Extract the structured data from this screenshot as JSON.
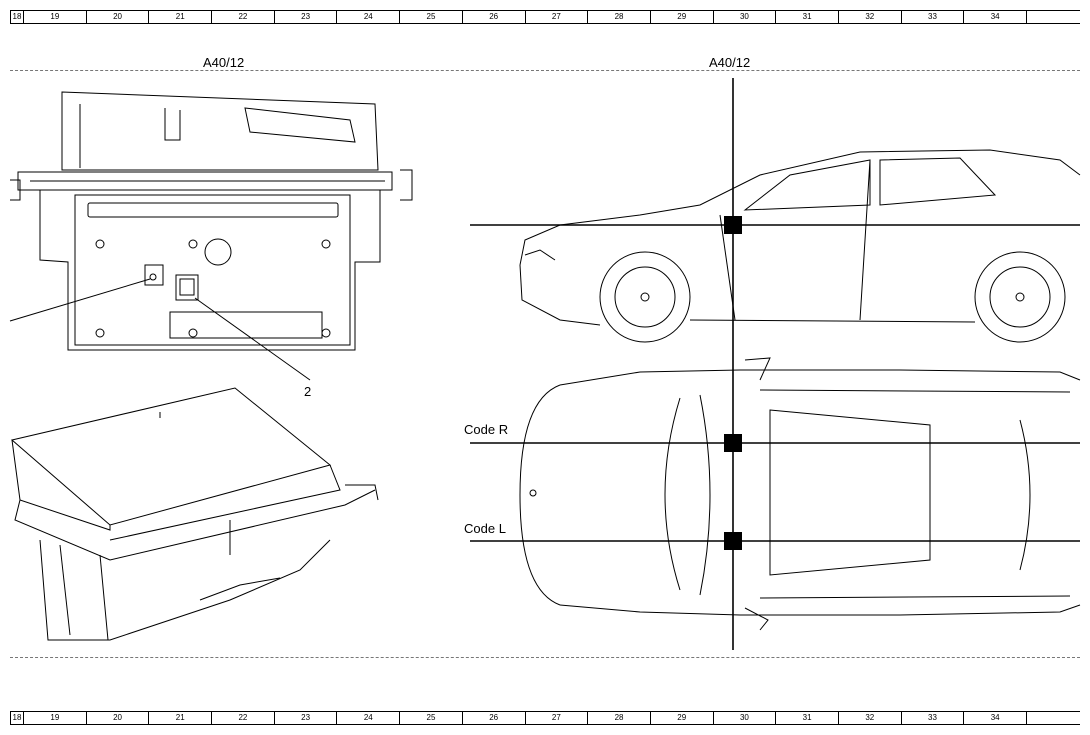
{
  "ruler": {
    "columns": [
      "18",
      "19",
      "20",
      "21",
      "22",
      "23",
      "24",
      "25",
      "26",
      "27",
      "28",
      "29",
      "30",
      "31",
      "32",
      "33",
      "34",
      ""
    ]
  },
  "left_panel": {
    "title": "A40/12",
    "callout": "2"
  },
  "right_panel": {
    "title": "A40/12",
    "code_r": "Code R",
    "code_l": "Code L"
  }
}
